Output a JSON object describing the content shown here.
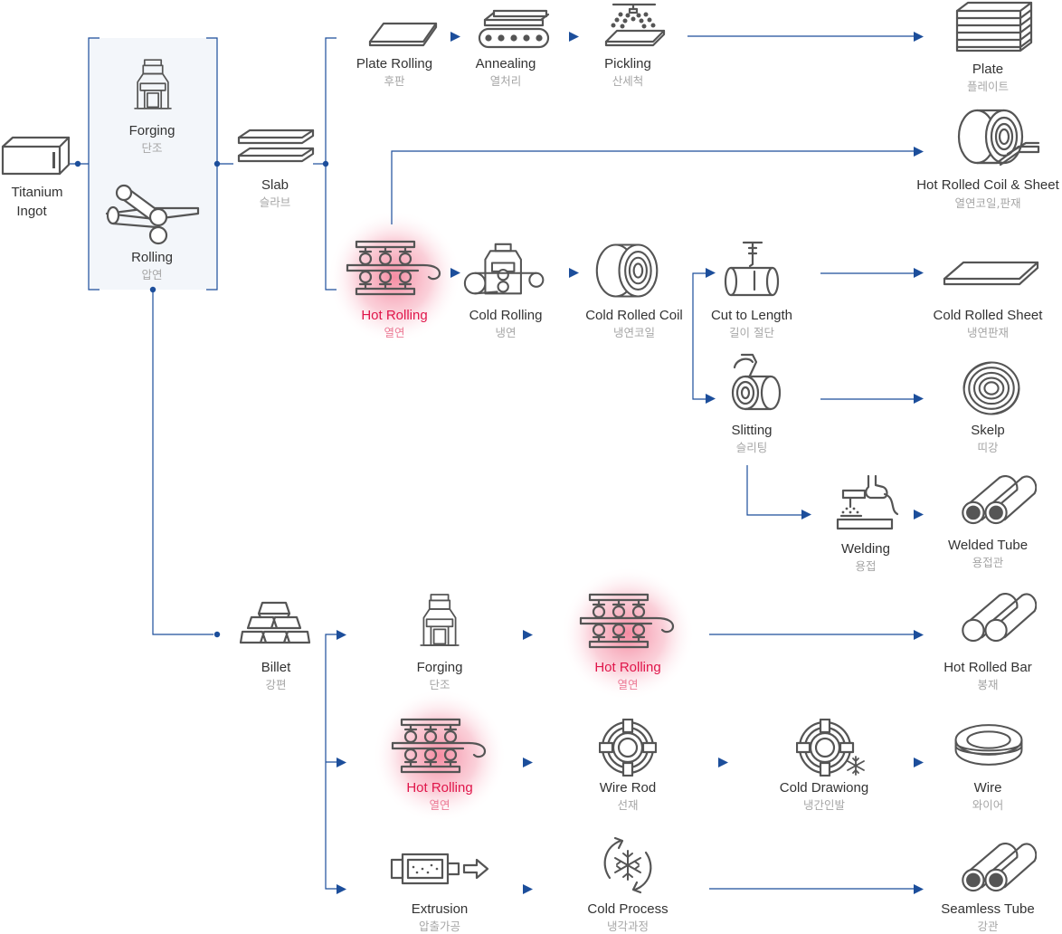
{
  "colors": {
    "flow": "#1c4e9b",
    "icon": "#555555",
    "highlight": "#e0154a",
    "glow": "#f05a7a",
    "label": "#333333",
    "sublabel": "#a6a6a6",
    "group_bg": "#f3f6fa"
  },
  "nodes": {
    "titanium_ingot": {
      "en": "Titanium",
      "en2": "Ingot",
      "icon": "ingot-icon"
    },
    "forging_top": {
      "en": "Forging",
      "ko": "단조",
      "icon": "forging-press-icon"
    },
    "rolling_top": {
      "en": "Rolling",
      "ko": "압연",
      "icon": "rolling-icon"
    },
    "slab": {
      "en": "Slab",
      "ko": "슬라브",
      "icon": "slab-icon"
    },
    "plate_rolling": {
      "en": "Plate Rolling",
      "ko": "후판",
      "icon": "plate-icon"
    },
    "annealing": {
      "en": "Annealing",
      "ko": "열처리",
      "icon": "conveyor-icon"
    },
    "pickling": {
      "en": "Pickling",
      "ko": "산세척",
      "icon": "spray-icon"
    },
    "plate": {
      "en": "Plate",
      "ko": "플레이트",
      "icon": "plate-stack-icon"
    },
    "hot_rolled_coil_sheet": {
      "en": "Hot Rolled Coil & Sheet",
      "ko": "열연코일,판재",
      "icon": "coil-sheet-icon"
    },
    "hot_rolling_1": {
      "en": "Hot Rolling",
      "ko": "열연",
      "icon": "hot-rolling-mill-icon"
    },
    "cold_rolling": {
      "en": "Cold Rolling",
      "ko": "냉연",
      "icon": "cold-rolling-mill-icon"
    },
    "cold_rolled_coil": {
      "en": "Cold Rolled Coil",
      "ko": "냉연코일",
      "icon": "coil-icon"
    },
    "cut_to_length": {
      "en": "Cut to Length",
      "ko": "길이 절단",
      "icon": "cutter-icon"
    },
    "cold_rolled_sheet": {
      "en": "Cold Rolled Sheet",
      "ko": "냉연판재",
      "icon": "sheet-icon"
    },
    "slitting": {
      "en": "Slitting",
      "ko": "슬리팅",
      "icon": "slitting-icon"
    },
    "skelp": {
      "en": "Skelp",
      "ko": "띠강",
      "icon": "strip-coil-icon"
    },
    "welding": {
      "en": "Welding",
      "ko": "용접",
      "icon": "welding-icon"
    },
    "welded_tube": {
      "en": "Welded Tube",
      "ko": "용접관",
      "icon": "tubes-icon"
    },
    "billet": {
      "en": "Billet",
      "ko": "강편",
      "icon": "billet-stack-icon"
    },
    "forging_bottom": {
      "en": "Forging",
      "ko": "단조",
      "icon": "forging-press-icon"
    },
    "hot_rolling_2": {
      "en": "Hot Rolling",
      "ko": "열연",
      "icon": "hot-rolling-mill-icon"
    },
    "hot_rolled_bar": {
      "en": "Hot Rolled Bar",
      "ko": "봉재",
      "icon": "bars-icon"
    },
    "hot_rolling_3": {
      "en": "Hot Rolling",
      "ko": "열연",
      "icon": "hot-rolling-mill-icon"
    },
    "wire_rod": {
      "en": "Wire Rod",
      "ko": "선재",
      "icon": "wire-rod-icon"
    },
    "cold_drawing": {
      "en": "Cold Drawiong",
      "ko": "냉간인발",
      "icon": "cold-drawing-icon"
    },
    "wire": {
      "en": "Wire",
      "ko": "와이어",
      "icon": "wire-coil-icon"
    },
    "extrusion": {
      "en": "Extrusion",
      "ko": "압출가공",
      "icon": "extrusion-icon"
    },
    "cold_process": {
      "en": "Cold Process",
      "ko": "냉각과정",
      "icon": "cold-process-icon"
    },
    "seamless_tube": {
      "en": "Seamless Tube",
      "ko": "강관",
      "icon": "tubes-icon"
    }
  }
}
